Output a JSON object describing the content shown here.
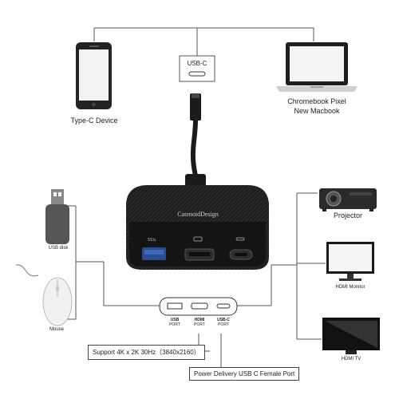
{
  "top": {
    "phone_label": "Type-C Device",
    "usbc_label": "USB-C",
    "laptop_label_line1": "Chromebook Pixel",
    "laptop_label_line2": "New Macbook"
  },
  "adapter": {
    "brand": "CatenoidDesign"
  },
  "left": {
    "usb_disk_label": "USB disk",
    "mouse_label": "Mouse"
  },
  "right": {
    "projector_label": "Projector",
    "hdmi_monitor_label": "HDMI Monitor",
    "hdmi_tv_label": "HDMI TV"
  },
  "ports": {
    "usb_l1": "USB",
    "usb_l2": "PORT",
    "hdmi_l1": "HDMI",
    "hdmi_l2": "PORT",
    "usbc_l1": "USB-C",
    "usbc_l2": "PORT"
  },
  "callouts": {
    "resolution": "Support 4K x 2K  30Hz（3840x2160）",
    "power": "Power Delivery USB C Female Port"
  },
  "colors": {
    "line": "#555555",
    "device_dark": "#222222",
    "adapter_body": "#1d1d1f"
  }
}
